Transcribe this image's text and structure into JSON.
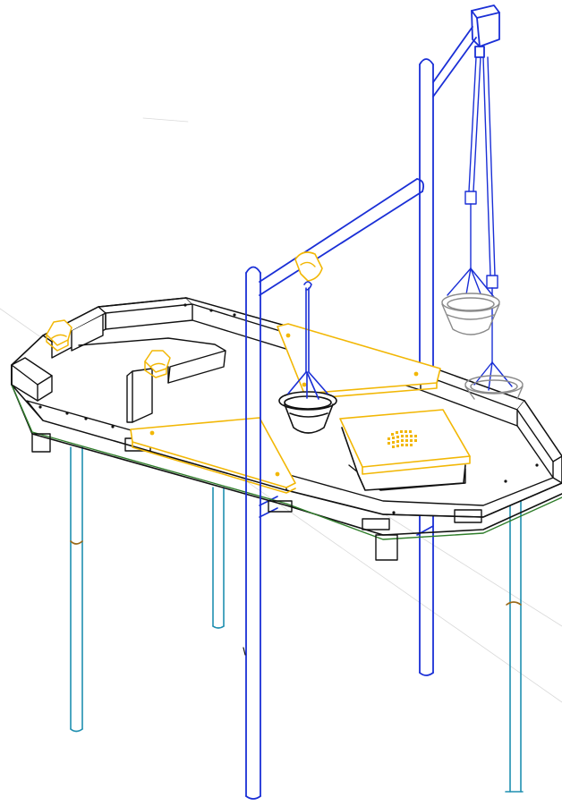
{
  "colors": {
    "background": "#ffffff",
    "outline": "#111111",
    "frame_blue": "#1a2fd6",
    "accent_yellow": "#f2b705",
    "leg_teal": "#1f8fb0",
    "ground_green": "#2f7d2a",
    "basket_gray": "#8a8a8a",
    "foot_brown": "#9a6a1a",
    "faint_line": "#d9d9d9"
  },
  "parts": {
    "table_top": "octagonal-table-top",
    "rim_blocks": "rim-blocks",
    "pivot_blocks": "pivot-blocks",
    "triangle_plates": "triangle-plates",
    "square_plate": "square-plate",
    "posts": "vertical-posts",
    "crossbars": "crossbars",
    "hanging_baskets": "hanging-baskets",
    "legs": "table-legs",
    "clamps": "yellow-clamps"
  }
}
